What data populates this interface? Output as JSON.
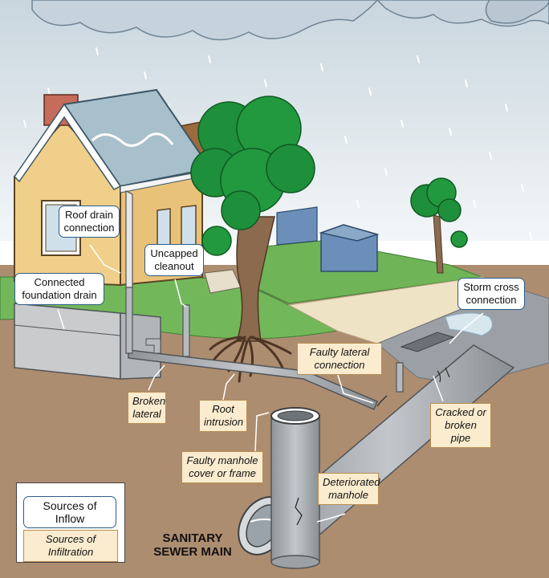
{
  "labels": {
    "roof_drain": "Roof drain connection",
    "uncapped_cleanout": "Uncapped cleanout",
    "connected_foundation_drain": "Connected foundation drain",
    "storm_cross": "Storm cross connection",
    "faulty_lateral": "Faulty lateral connection",
    "broken_lateral": "Broken lateral",
    "root_intrusion": "Root intrusion",
    "cracked_pipe": "Cracked or broken pipe",
    "faulty_manhole": "Faulty manhole cover or frame",
    "deteriorated_manhole": "Deteriorated manhole"
  },
  "legend": {
    "inflow": "Sources of Inflow",
    "infiltration": "Sources of Infiltration"
  },
  "main_title": "SANITARY SEWER MAIN",
  "colors": {
    "inflow_border": "#2b5c8a",
    "infiltration_fill": "#fbeccf",
    "soil": "#ad8d70",
    "grass": "#6fb457",
    "tree": "#1e8f3a",
    "house_wall": "#f0cf8a",
    "roof": "#a8bfcc",
    "pipe": "#a6aaaf"
  }
}
